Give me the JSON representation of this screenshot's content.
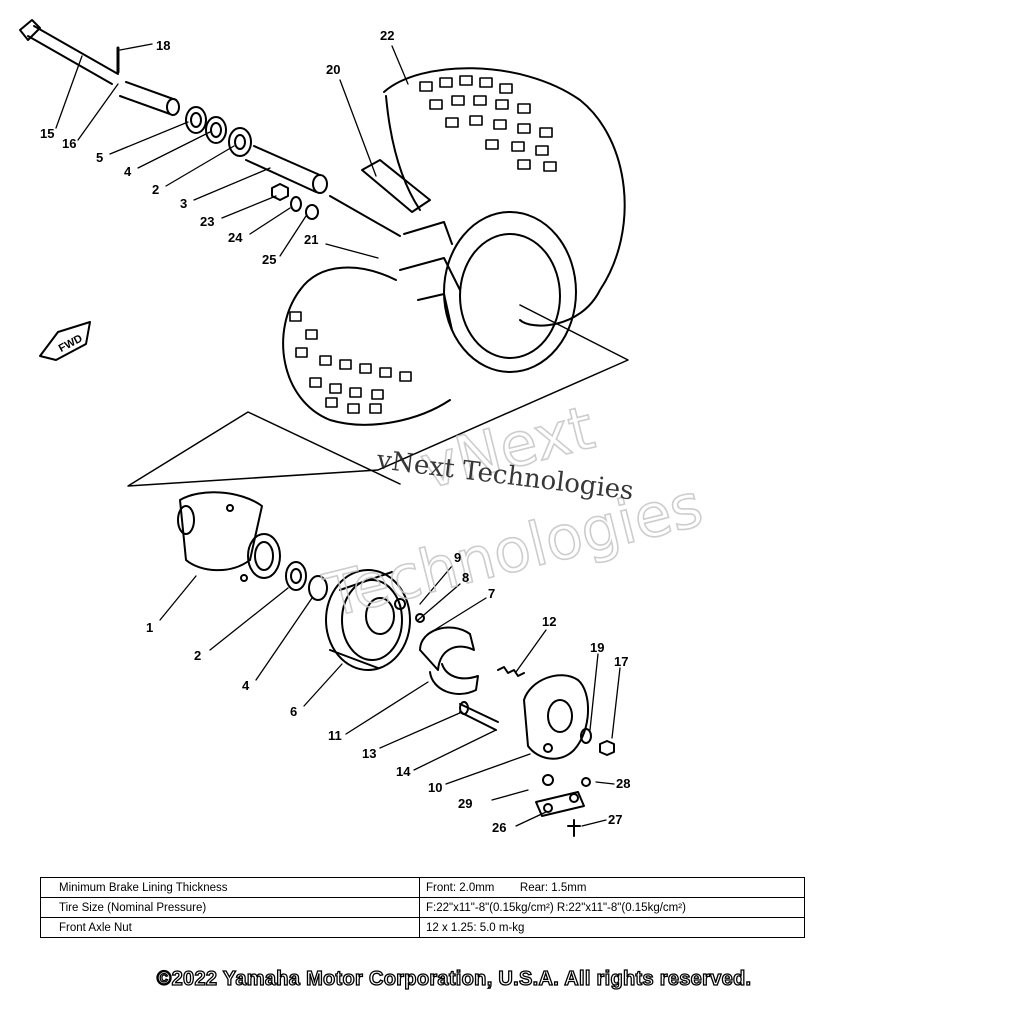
{
  "callouts": {
    "c1": "1",
    "c2a": "2",
    "c2b": "2",
    "c3": "3",
    "c4a": "4",
    "c4b": "4",
    "c5": "5",
    "c6": "6",
    "c7": "7",
    "c8": "8",
    "c9": "9",
    "c10": "10",
    "c11": "11",
    "c12": "12",
    "c13": "13",
    "c14": "14",
    "c15": "15",
    "c16": "16",
    "c17": "17",
    "c18": "18",
    "c19": "19",
    "c20": "20",
    "c21": "21",
    "c22": "22",
    "c23": "23",
    "c24": "24",
    "c25": "25",
    "c26": "26",
    "c27": "27",
    "c28": "28",
    "c29": "29"
  },
  "fwd_label": "FWD",
  "watermark": {
    "large": "vNext",
    "large2": "Technologies",
    "small": "vNext Technologies"
  },
  "specs": [
    {
      "label": "Minimum Brake Lining Thickness",
      "value": "Front: 2.0mm        Rear: 1.5mm"
    },
    {
      "label": "Tire Size (Nominal Pressure)",
      "value": "F:22\"x11\"-8\"(0.15kg/cm²)   R:22\"x11\"-8\"(0.15kg/cm²)"
    },
    {
      "label": "Front Axle Nut",
      "value": "12 x 1.25: 5.0 m-kg"
    }
  ],
  "copyright": "©2022 Yamaha Motor Corporation, U.S.A. All rights reserved."
}
